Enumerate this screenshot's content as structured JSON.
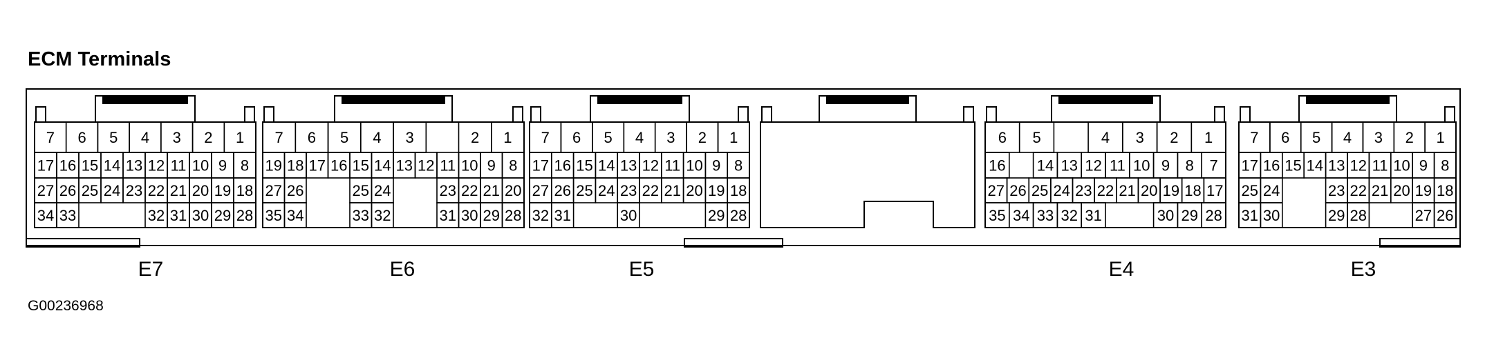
{
  "title": "ECM Terminals",
  "figure_id": "G00236968",
  "connectors": [
    {
      "label": "E7",
      "rows": [
        [
          "7",
          "6",
          "5",
          "4",
          "3",
          "2",
          "1"
        ],
        [
          "17",
          "16",
          "15",
          "14",
          "13",
          "12",
          "11",
          "10",
          "9",
          "8"
        ],
        [
          "27",
          "26",
          "25",
          "24",
          "23",
          "22",
          "21",
          "20",
          "19",
          "18"
        ],
        [
          "34",
          "33",
          "",
          "",
          "",
          "32",
          "31",
          "30",
          "29",
          "28"
        ]
      ]
    },
    {
      "label": "E6",
      "rows": [
        [
          "7",
          "6",
          "5",
          "4",
          "3",
          "",
          "2",
          "1"
        ],
        [
          "19",
          "18",
          "17",
          "16",
          "15",
          "14",
          "13",
          "12",
          "11",
          "10",
          "9",
          "8"
        ],
        [
          "27",
          "26",
          "",
          "",
          "25",
          "24",
          "",
          "",
          "23",
          "22",
          "21",
          "20"
        ],
        [
          "35",
          "34",
          "",
          "",
          "33",
          "32",
          "",
          "",
          "31",
          "30",
          "29",
          "28"
        ]
      ]
    },
    {
      "label": "E5",
      "rows": [
        [
          "7",
          "6",
          "5",
          "4",
          "3",
          "2",
          "1"
        ],
        [
          "17",
          "16",
          "15",
          "14",
          "13",
          "12",
          "11",
          "10",
          "9",
          "8"
        ],
        [
          "27",
          "26",
          "25",
          "24",
          "23",
          "22",
          "21",
          "20",
          "19",
          "18"
        ],
        [
          "32",
          "31",
          "",
          "",
          "30",
          "",
          "",
          "",
          "29",
          "28"
        ]
      ]
    },
    {
      "label": "",
      "rows": []
    },
    {
      "label": "E4",
      "rows": [
        [
          "6",
          "5",
          "",
          "4",
          "3",
          "2",
          "1"
        ],
        [
          "16",
          "",
          "14",
          "13",
          "12",
          "11",
          "10",
          "9",
          "8",
          "7"
        ],
        [
          "27",
          "26",
          "25",
          "24",
          "23",
          "22",
          "21",
          "20",
          "19",
          "18",
          "17"
        ],
        [
          "35",
          "34",
          "33",
          "32",
          "31",
          "",
          "",
          "30",
          "29",
          "28"
        ]
      ]
    },
    {
      "label": "E3",
      "rows": [
        [
          "7",
          "6",
          "5",
          "4",
          "3",
          "2",
          "1"
        ],
        [
          "17",
          "16",
          "15",
          "14",
          "13",
          "12",
          "11",
          "10",
          "9",
          "8"
        ],
        [
          "25",
          "24",
          "",
          "",
          "23",
          "22",
          "21",
          "20",
          "19",
          "18"
        ],
        [
          "31",
          "30",
          "",
          "",
          "29",
          "28",
          "",
          "",
          "27",
          "26"
        ]
      ]
    }
  ]
}
